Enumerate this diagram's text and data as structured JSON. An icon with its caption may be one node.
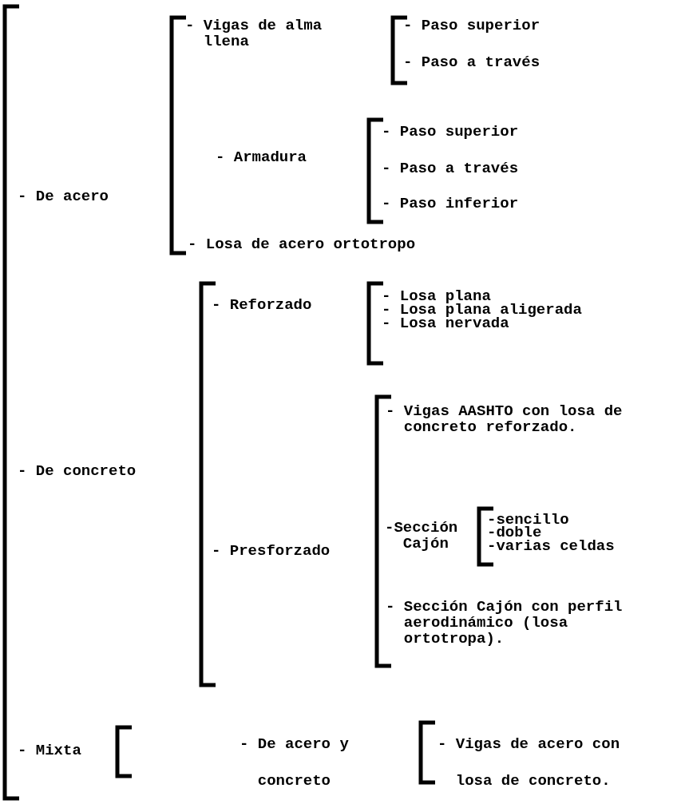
{
  "diagram": {
    "labels": [
      "- De acero",
      "- Vigas de alma llena",
      "- Paso superior",
      "- Paso a través",
      "- Armadura",
      "- Paso superior",
      "- Paso a través",
      "- Paso inferior",
      "- Losa de acero ortotropo",
      "- De concreto",
      "- Reforzado",
      "- Losa plana",
      "- Losa plana aligerada",
      "- Losa nervada",
      "- Presforzado",
      "- Vigas AASHTO con losa de concreto reforzado.",
      "-Sección Cajón",
      "-sencillo",
      "-doble",
      "-varias celdas",
      "- Sección Cajón con perfil aerodinámico (losa ortotropa).",
      "- Mixta",
      "- De acero y concreto",
      "- Vigas de acero con losa de concreto."
    ]
  }
}
